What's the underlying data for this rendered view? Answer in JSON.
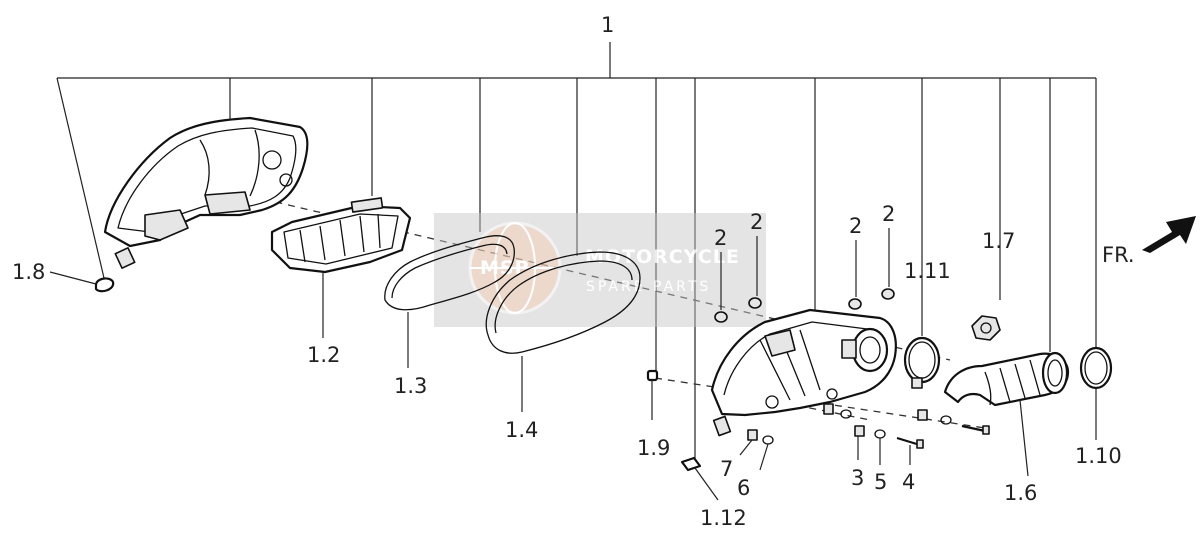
{
  "diagram": {
    "watermark": {
      "logo": "MSP",
      "line1": "MOTORCYCLE",
      "line2": "SPARE PARTS",
      "color": "#bdbdbd",
      "accent": "#f2c9b0"
    },
    "front_arrow_label": "FR.",
    "callouts": {
      "c1": "1",
      "c1_2": "1.2",
      "c1_3": "1.3",
      "c1_4": "1.4",
      "c1_6": "1.6",
      "c1_7": "1.7",
      "c1_8": "1.8",
      "c1_9": "1.9",
      "c1_10": "1.10",
      "c1_11": "1.11",
      "c1_12": "1.12",
      "c2a": "2",
      "c2b": "2",
      "c2c": "2",
      "c2d": "2",
      "c3": "3",
      "c4": "4",
      "c5": "5",
      "c6": "6",
      "c7": "7"
    }
  }
}
